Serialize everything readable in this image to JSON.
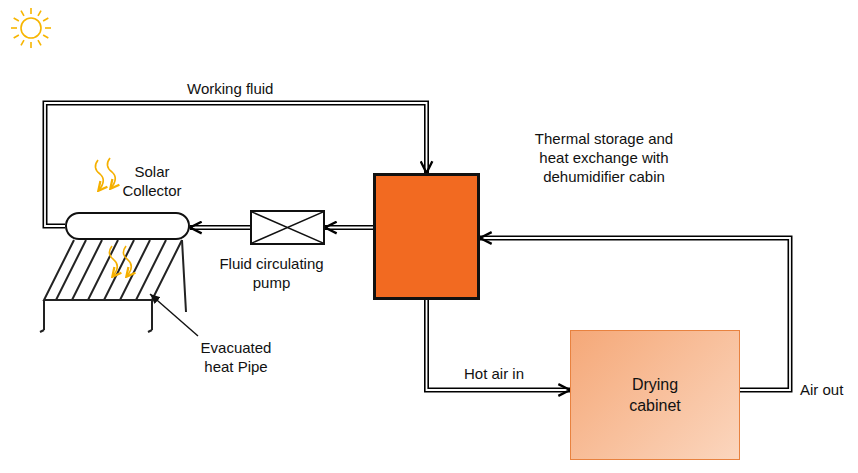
{
  "diagram": {
    "nodes": [
      {
        "text": [
          "Solar Collector"
        ]
      },
      {
        "text": [
          "Fluid circulating pump"
        ]
      },
      {
        "text": [
          "Thermal storage and heat exchange with dehumidifier cabin"
        ]
      },
      {
        "text": [
          "Drying cabinet"
        ]
      }
    ],
    "edges": [
      {
        "from": 0,
        "to": 2,
        "arrow": "to",
        "label": "Working fluid"
      },
      {
        "from": 2,
        "to": 1,
        "arrow": "to"
      },
      {
        "from": 1,
        "to": 0,
        "arrow": "to"
      },
      {
        "from": 2,
        "to": 3,
        "arrow": "to",
        "label": "Hot air in"
      },
      {
        "from": 3,
        "to": 2,
        "arrow": "to",
        "label": "Air out"
      }
    ],
    "labels": [
      "Evacuated heat Pipe"
    ]
  }
}
